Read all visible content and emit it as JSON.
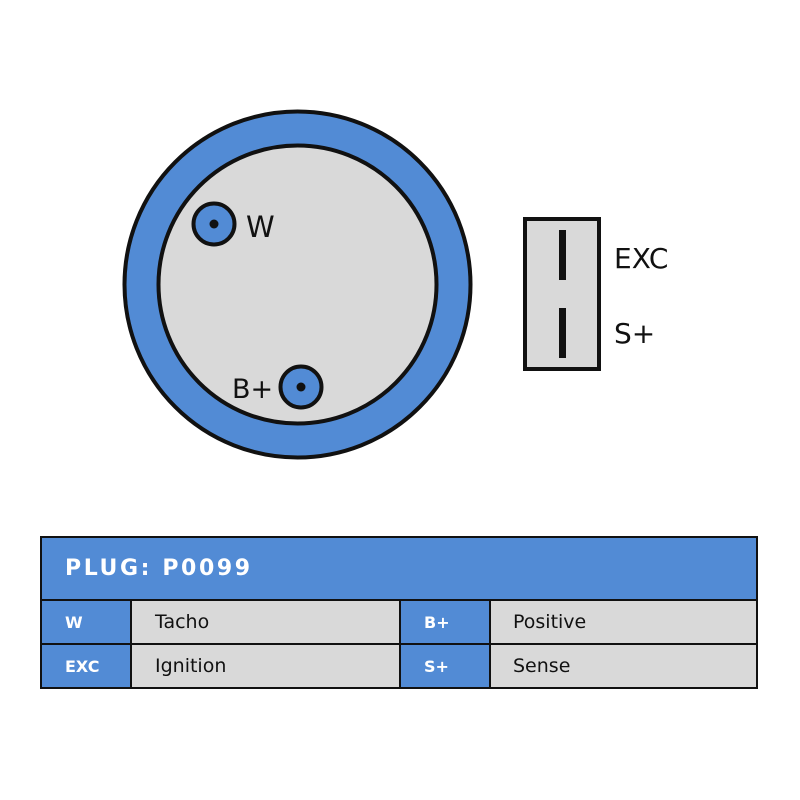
{
  "connector_diagram": {
    "round_plug": {
      "terminals": [
        {
          "label": "W",
          "name": "w-terminal"
        },
        {
          "label": "B+",
          "name": "b-plus-terminal"
        }
      ]
    },
    "rect_plug": {
      "pins": [
        {
          "label": "EXC",
          "name": "exc-pin"
        },
        {
          "label": "S+",
          "name": "s-plus-pin"
        }
      ]
    },
    "colors": {
      "accent_blue": "#528bd5",
      "body_gray": "#d9d9d9",
      "outline": "#111111"
    }
  },
  "plug_table": {
    "title": "PLUG: P0099",
    "rows": [
      {
        "code1": "W",
        "value1": "Tacho",
        "code2": "B+",
        "value2": "Positive"
      },
      {
        "code1": "EXC",
        "value1": "Ignition",
        "code2": "S+",
        "value2": "Sense"
      }
    ]
  }
}
